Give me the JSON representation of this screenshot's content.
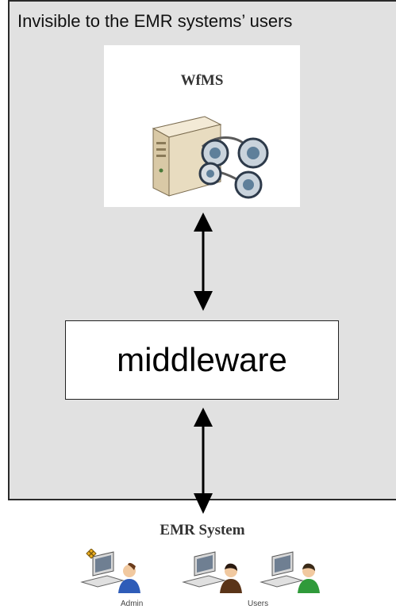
{
  "boundary": {
    "label": "Invisible to the EMR systems’ users"
  },
  "wfms": {
    "title": "WfMS",
    "icon": "server-workflow-icon"
  },
  "middleware": {
    "label": "middleware"
  },
  "emr": {
    "title": "EMR System",
    "roles": {
      "admin_label": "Admin",
      "users_label": "Users"
    }
  },
  "colors": {
    "boundary_fill": "#e1e1e1",
    "boundary_border": "#2a2a2a",
    "arrow": "#000000"
  }
}
